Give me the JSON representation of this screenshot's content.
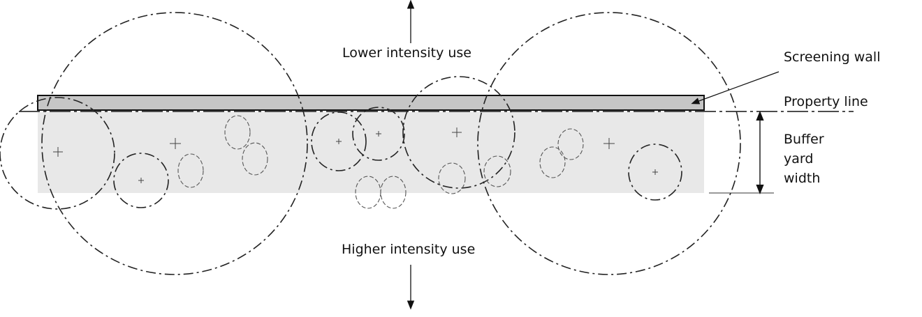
{
  "labels": {
    "lower_use": "Lower intensity use",
    "higher_use": "Higher intensity use",
    "screening_wall": "Screening wall",
    "property_line": "Property line",
    "buffer_yard_width": [
      "Buffer",
      "yard",
      "width"
    ]
  },
  "colors": {
    "wall_fill": "#c6c6c6",
    "buffer_fill": "#e8e8e8",
    "line": "#111111"
  }
}
